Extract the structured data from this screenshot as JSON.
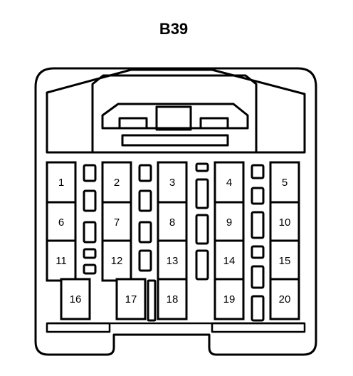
{
  "connector": {
    "title": "B39",
    "pins": [
      "1",
      "2",
      "3",
      "4",
      "5",
      "6",
      "7",
      "8",
      "9",
      "10",
      "11",
      "12",
      "13",
      "14",
      "15",
      "16",
      "17",
      "18",
      "19",
      "20"
    ]
  }
}
